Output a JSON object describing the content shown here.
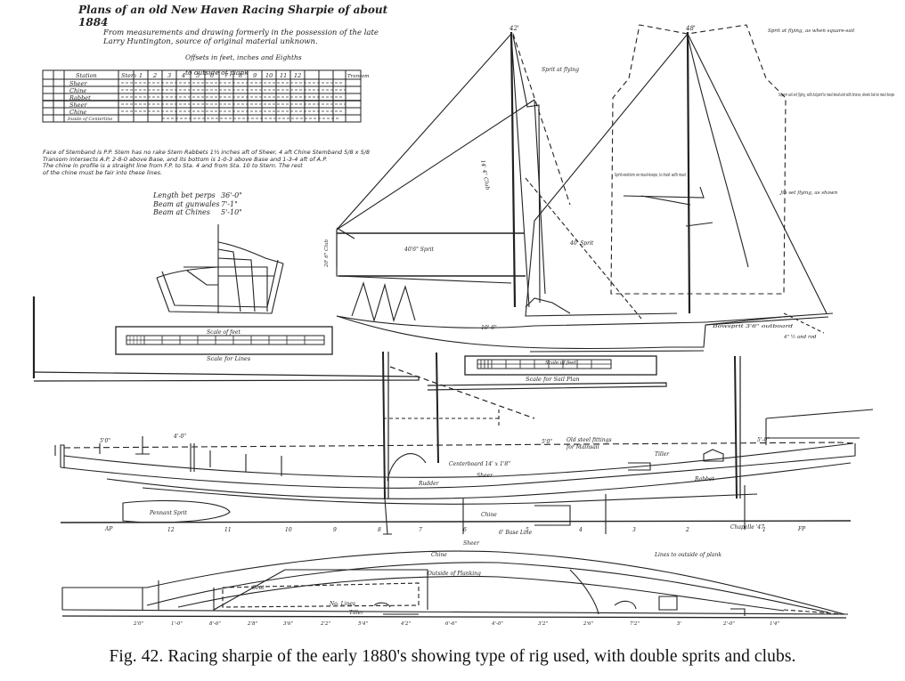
{
  "title": {
    "line1": "Plans of an old New Haven Racing Sharpie of about 1884",
    "line2": "From measurements and drawing formerly in the possession of the late",
    "line3": "Larry Huntington, source of original material unknown.",
    "offsets_note_1": "Offsets in feet, inches and Eighths",
    "offsets_note_2": "to outside of plank"
  },
  "offsets_table": {
    "header": [
      "Station",
      "Stem",
      "1",
      "2",
      "3",
      "4",
      "5",
      "6",
      "7",
      "8",
      "9",
      "10",
      "11",
      "12",
      "Transom"
    ],
    "rows": [
      "Sheer",
      "Chine",
      "Rabbet",
      "Sheer",
      "Chine",
      "Inside of Centerline"
    ]
  },
  "notes": {
    "line1": "Face of Stemband is P.P.   Stem has no rake   Stem Rabbets 1½ inches aft of Sheer, 4 aft Chine Stemband 5/8 x 5/8",
    "line2": "Transom intersects A.P. 2-8-0 above Base, and its bottom is 1-0-3 above Base and 1-3-4 aft of A.P.",
    "line3": "The chine in profile is a straight line from F.P. to Sta. 4 and from Sta. 10 to Stern. The rest",
    "line4": "of the chine must be fair into these lines."
  },
  "dimensions": {
    "length_label": "Length bet perps",
    "length_value": "36'-0\"",
    "beam_label": "Beam at gunwales",
    "beam_value": "7'-1\"",
    "chines_label": "Beam at Chines",
    "chines_value": "5'-10\""
  },
  "scales": {
    "lines": "Scale for Lines",
    "lines_inner": "Scale of feet",
    "sail_plan": "Scale for Sail Plan",
    "sail_inner": "Scale of feet"
  },
  "sail_labels": {
    "fore_mast": "42'",
    "main_mast": "48'",
    "sprit_fore": "Sprit at flying",
    "sprit_main": "Sprit at flying, as when square-sail",
    "sprit_fore_2": "40' Sprit",
    "mast_label_fore": "20' 6\" Club",
    "club": "40'6\" Sprit",
    "square_note": "Square sail set flying, with halyard to mast-head and with braces, sheets but no mast hoops",
    "sail_note": "Sprit-snotters on mast-hoops, to hoist with mast",
    "flying": "Jib set flying, as shown",
    "hull_mark": "10' 6\"",
    "bowsprit": "Bowsprit 3'6\" outboard",
    "base": "4\" ½ and rod",
    "luff": "14' 4\" Club"
  },
  "profile_labels": {
    "centerboard": "Centerboard 14' x 1'8\"",
    "sheer": "Sheer",
    "chine": "Chine",
    "rabbet": "Rabbet",
    "top_dim_1": "5'0\"",
    "top_dim_2": "4'-0\"",
    "top_dim_3": "5'0\"",
    "top_dim_4": "5'-0\"",
    "fitting_1": "Old steel fittings",
    "fitting_2": "for Mainsail",
    "tiller": "Tiller",
    "rudder": "Rudder",
    "base_line": "6' Base Line",
    "chapelle": "Chapelle '47",
    "pennant": "Pennant Sprit",
    "station_ap": "AP",
    "station_fp": "FP"
  },
  "plan_labels": {
    "sheer": "Sheer",
    "chine": "Chine",
    "lines_note": "Lines to outside of plank",
    "seat": "Seat",
    "inside_planking": "Outside of Planking",
    "fore_lines": "No. Lines",
    "tiller": "Tiller",
    "dims_row": [
      "2'0\"",
      "1'-0\"",
      "8'-6\"",
      "2'8\"",
      "3'6\"",
      "2'2\"",
      "5'4\"",
      "4'2\"",
      "6'-6\"",
      "4'-0\"",
      "3'2\"",
      "2'6\"",
      "7'2\"",
      "5'",
      "2'-0\"",
      "1'4\""
    ]
  },
  "stations": [
    "12",
    "11",
    "10",
    "9",
    "8",
    "7",
    "6",
    "5",
    "4",
    "3",
    "2",
    "1"
  ],
  "caption": "Fig. 42. Racing sharpie of the early 1880's showing type of rig used, with double sprits and clubs."
}
